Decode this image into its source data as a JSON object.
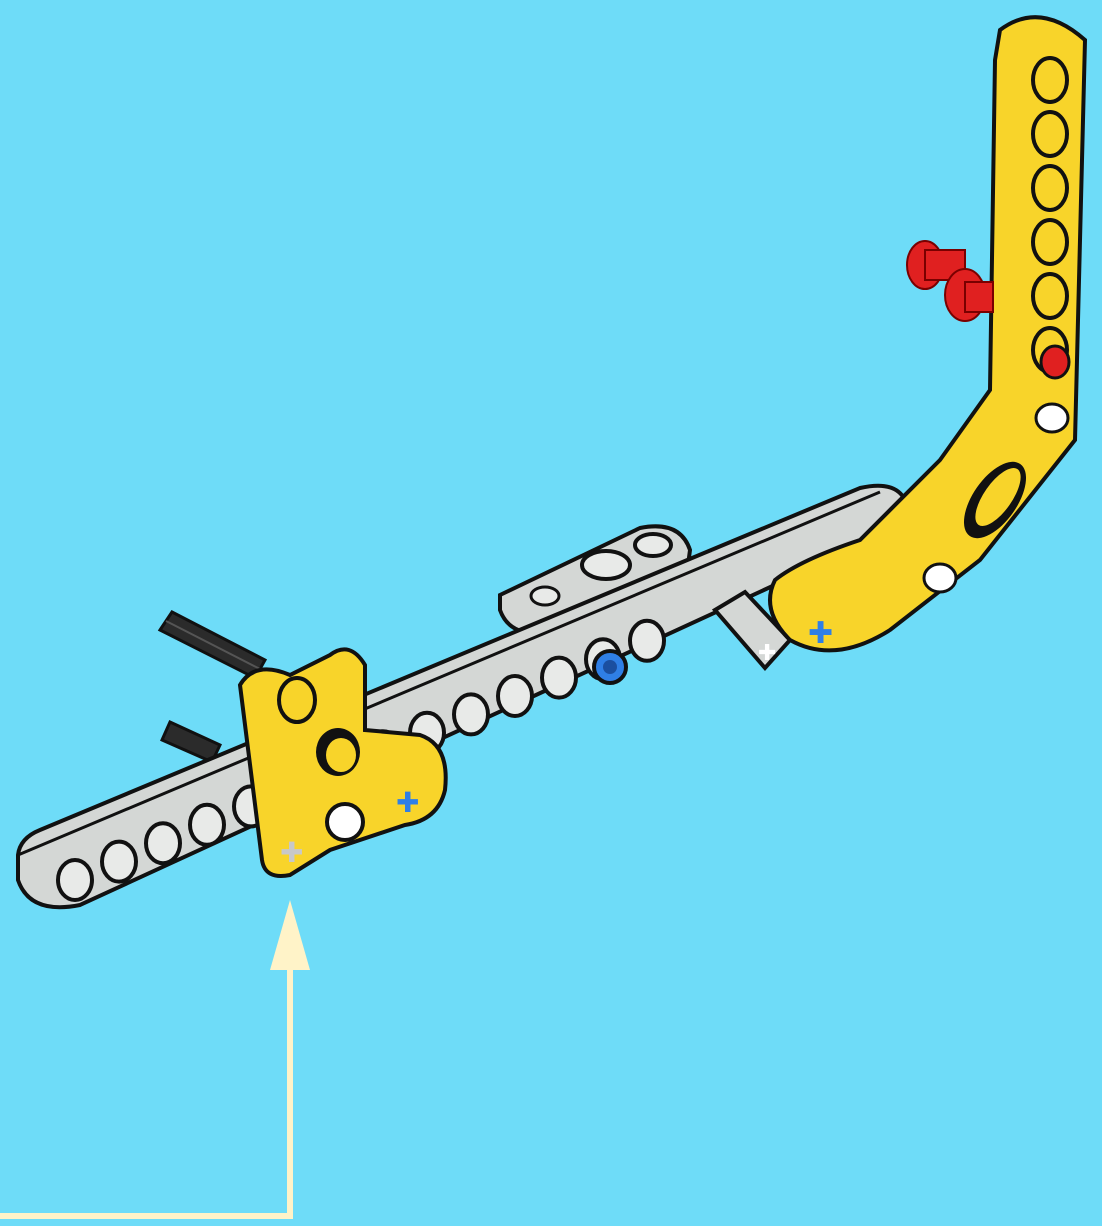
{
  "scene": {
    "background_color": "#6EDCF8",
    "parts": [
      {
        "name": "long-gray-beam",
        "color": "#D4D7D5"
      },
      {
        "name": "short-gray-beam-back",
        "color": "#D4D7D5"
      },
      {
        "name": "yellow-angled-beam",
        "color": "#F8D42A"
      },
      {
        "name": "yellow-bent-liftarm",
        "color": "#F8D42A"
      },
      {
        "name": "black-axle",
        "color": "#2B2B2B"
      },
      {
        "name": "red-bush",
        "color": "#E02020"
      },
      {
        "name": "blue-axle-pin",
        "color": "#2F7FE6"
      }
    ],
    "callout_arrow": {
      "color": "#FFF3C8"
    }
  }
}
